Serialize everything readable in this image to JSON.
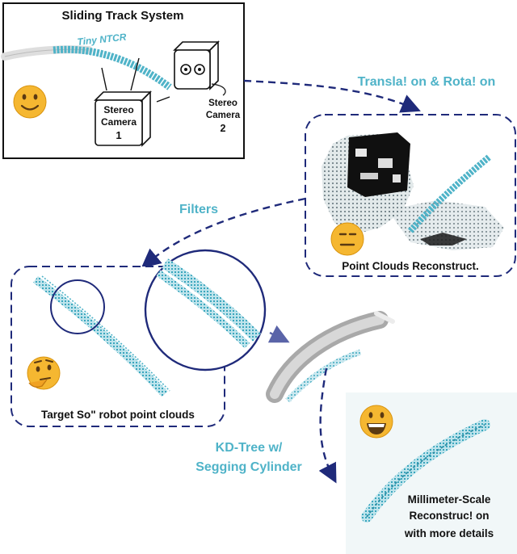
{
  "colors": {
    "teal": "#4fb3c8",
    "navy": "#1f2a7a",
    "emoji_yellow": "#f5b731",
    "background_panel": "#f1f7f8"
  },
  "panel_sliding": {
    "title": "Sliding Track System",
    "robot_label": "Tiny NTCR",
    "camera1": {
      "line1": "Stereo",
      "line2": "Camera",
      "line3": "1"
    },
    "camera2": {
      "line1": "Stereo",
      "line2": "Camera",
      "line3": "2"
    },
    "emoji": "smiling-face-icon"
  },
  "arrow_translation": {
    "label": "Transla! on & Rota! on"
  },
  "panel_pointclouds": {
    "caption": "Point Clouds Reconstruct.",
    "emoji": "neutral-face-icon"
  },
  "arrow_filters": {
    "label": "Filters"
  },
  "panel_target": {
    "caption": "Target So\"  robot point clouds",
    "emoji": "thinking-face-icon"
  },
  "arrow_kdtree": {
    "line1": "KD-Tree w/",
    "line2": "Segging Cylinder"
  },
  "panel_result": {
    "line1": "Millimeter-Scale",
    "line2": "Reconstruc! on",
    "line3": "with more details",
    "emoji": "grinning-face-icon"
  }
}
